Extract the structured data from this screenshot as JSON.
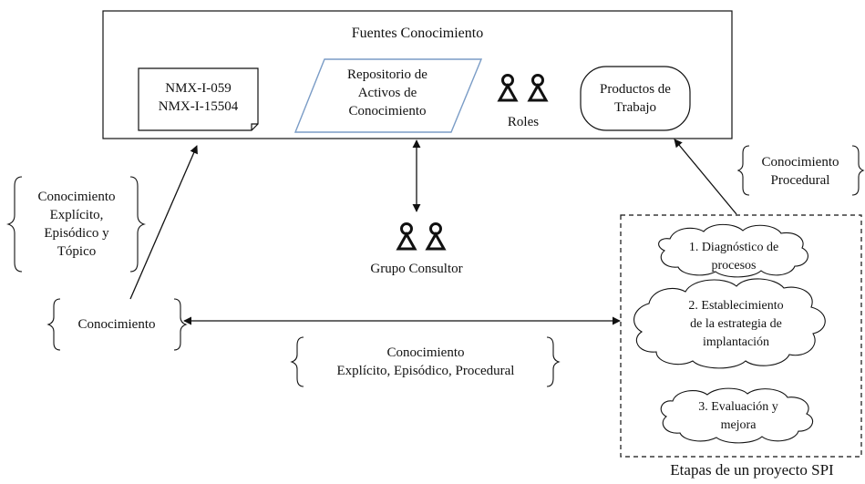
{
  "fuentes": {
    "title": "Fuentes Conocimiento",
    "norms": [
      "NMX-I-059",
      "NMX-I-15504"
    ],
    "repositorio": [
      "Repositorio de",
      "Activos de",
      "Conocimiento"
    ],
    "roles": "Roles",
    "productos": [
      "Productos de",
      "Trabajo"
    ]
  },
  "grupo": "Grupo Consultor",
  "left_brace_upper": [
    "Conocimiento",
    "Explícito,",
    "Episódico y",
    "Tópico"
  ],
  "left_brace_lower": "Conocimiento",
  "bottom_brace": [
    "Conocimiento",
    "Explícito, Episódico, Procedural"
  ],
  "right_brace": [
    "Conocimiento",
    "Procedural"
  ],
  "etapas": {
    "caption": "Etapas de un proyecto SPI",
    "stage1": [
      "1. Diagnóstico de",
      "procesos"
    ],
    "stage2": [
      "2. Establecimiento",
      "de la estrategia de",
      "implantación"
    ],
    "stage3": [
      "3. Evaluación y",
      "mejora"
    ]
  },
  "colors": {
    "repositorio_border": "#7a9cc6",
    "line": "#111111"
  }
}
